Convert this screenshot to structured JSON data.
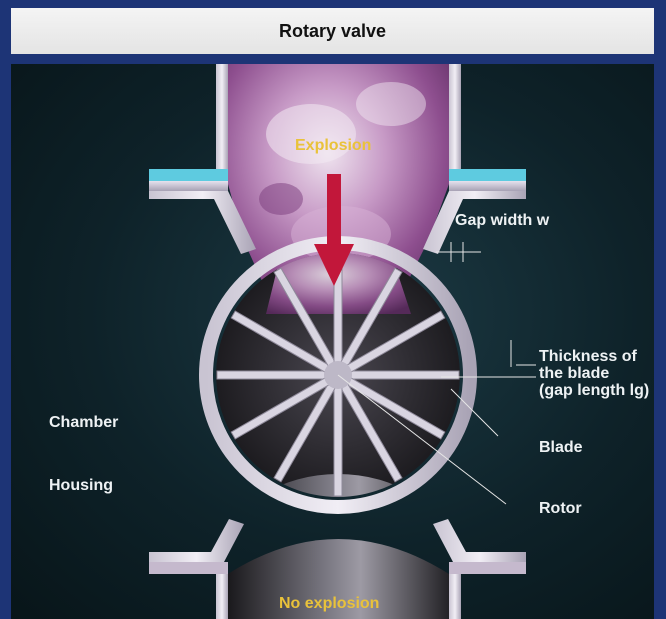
{
  "title": "Rotary valve",
  "labels": {
    "explosion": "Explosion",
    "no_explosion": "No explosion",
    "gap_width": "Gap width w",
    "thickness_line1": "Thickness of",
    "thickness_line2": "the blade",
    "thickness_line3": "(gap length lg)",
    "chamber": "Chamber",
    "housing": "Housing",
    "blade": "Blade",
    "rotor": "Rotor"
  },
  "colors": {
    "frame": "#1d3476",
    "panel": "#0e2229",
    "accent_label": "#e9c23a",
    "arrow": "#c2173a",
    "flange": "#5ecbe0"
  }
}
